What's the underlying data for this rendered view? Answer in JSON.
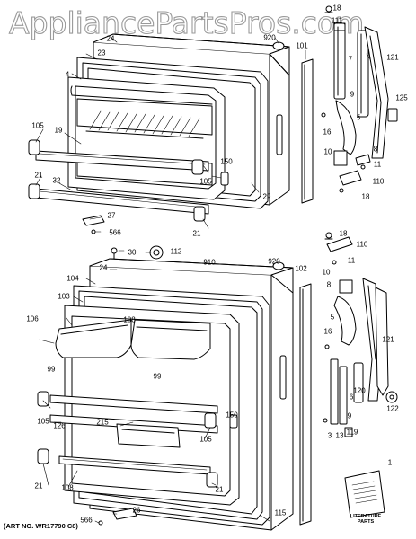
{
  "watermark": "AppliancePartsPros.com",
  "art_number": "(ART NO. WR17790 C8)",
  "literature_label": "LITERATURE PARTS",
  "callouts": {
    "c18a": "18",
    "c111": "111",
    "c24a": "24",
    "c920a": "920",
    "c101": "101",
    "c121a": "121",
    "c23": "23",
    "c7": "7",
    "c4": "4",
    "c125": "125",
    "c9a": "9",
    "c5a": "5",
    "c16a": "16",
    "c105a": "105",
    "c19": "19",
    "c10a": "10",
    "c8a": "8",
    "c150a": "150",
    "c11a": "11",
    "c21a": "21",
    "c105b": "105",
    "c29": "29",
    "c110a": "110",
    "c32": "32",
    "c18b": "18",
    "c27": "27",
    "c566a": "566",
    "c21b": "21",
    "c18c": "18",
    "c110b": "110",
    "c30": "30",
    "c112": "112",
    "c11b": "11",
    "c24b": "24",
    "c910": "910",
    "c920b": "920",
    "c102": "102",
    "c10b": "10",
    "c104": "104",
    "c8b": "8",
    "c103": "103",
    "c5b": "5",
    "c106": "106",
    "c108a": "108",
    "c16b": "16",
    "c99a": "99",
    "c99b": "99",
    "c121b": "121",
    "c120": "120",
    "c6": "6",
    "c122": "122",
    "c105c": "105",
    "c126": "126",
    "c150b": "150",
    "c9b": "9",
    "c215": "215",
    "c105d": "105",
    "c3": "3",
    "c13": "13",
    "c119": "119",
    "c1": "1",
    "c21c": "21",
    "c108b": "108",
    "c21d": "21",
    "c26": "26",
    "c566b": "566",
    "c115": "115"
  }
}
